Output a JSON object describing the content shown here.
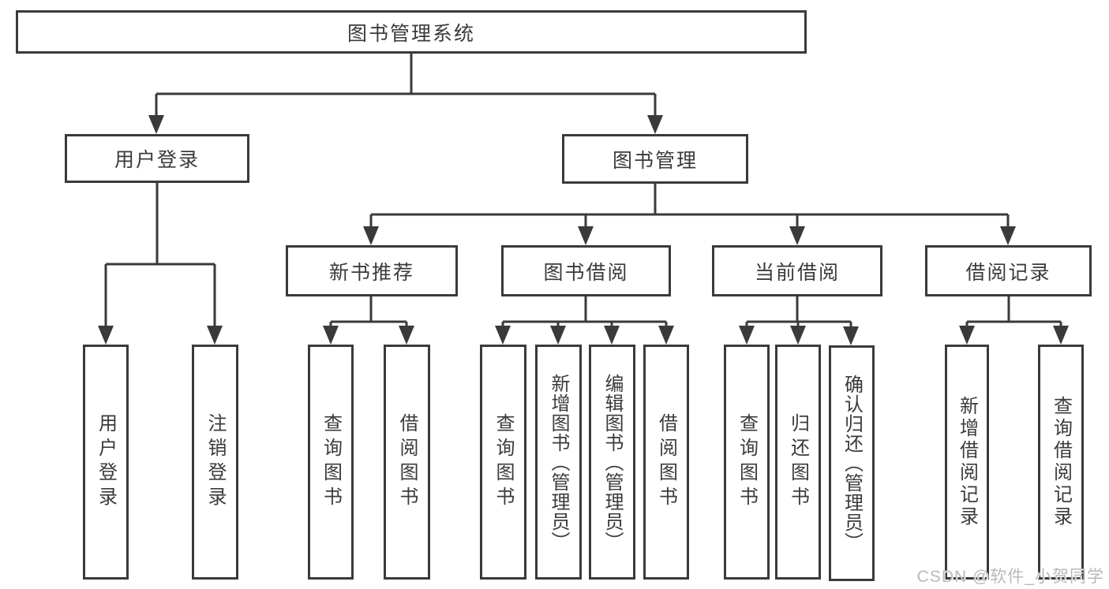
{
  "tree": {
    "label": "图书管理系统",
    "children": [
      {
        "label": "用户登录",
        "children": [
          {
            "label": "用户登录"
          },
          {
            "label": "注销登录"
          }
        ]
      },
      {
        "label": "图书管理",
        "children": [
          {
            "label": "新书推荐",
            "children": [
              {
                "label": "查询图书"
              },
              {
                "label": "借阅图书"
              }
            ]
          },
          {
            "label": "图书借阅",
            "children": [
              {
                "label": "查询图书"
              },
              {
                "label": "新增图书（管理员）"
              },
              {
                "label": "编辑图书（管理员）"
              },
              {
                "label": "借阅图书"
              }
            ]
          },
          {
            "label": "当前借阅",
            "children": [
              {
                "label": "查询图书"
              },
              {
                "label": "归还图书"
              },
              {
                "label": "确认归还（管理员）"
              }
            ]
          },
          {
            "label": "借阅记录",
            "children": [
              {
                "label": "新增借阅记录"
              },
              {
                "label": "查询借阅记录"
              }
            ]
          }
        ]
      }
    ]
  },
  "watermark": {
    "text": "CSDN @软件_小贺同学"
  },
  "colors": {
    "line": "#3a3a3a",
    "text": "#3b3b3b",
    "watermark": "#b9b9b9",
    "background": "#ffffff"
  }
}
